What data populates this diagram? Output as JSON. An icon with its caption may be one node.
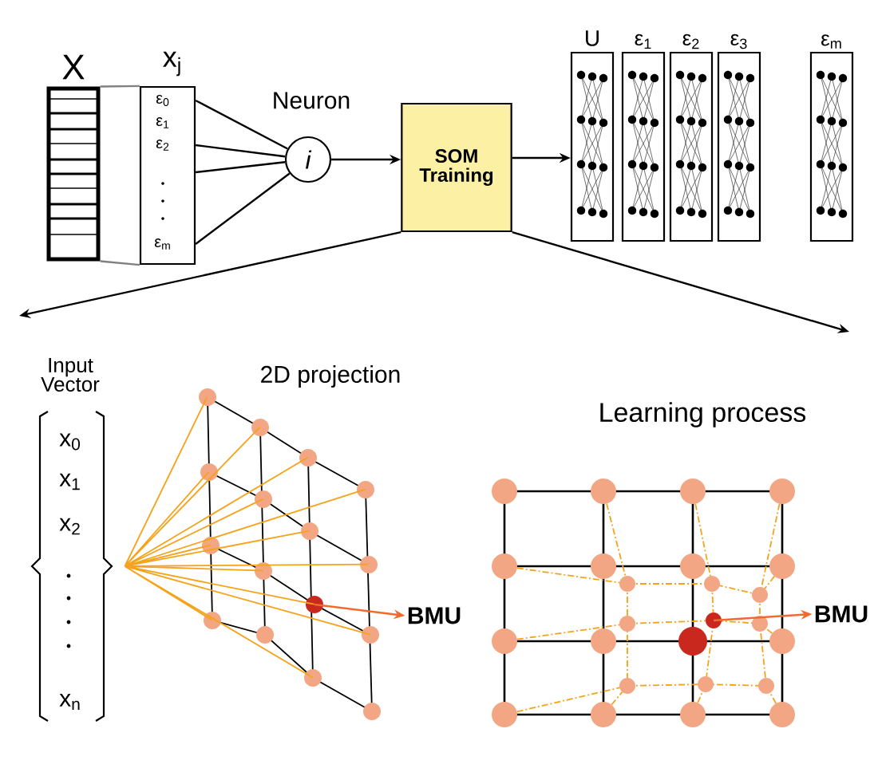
{
  "diagram": {
    "nodes": [
      {
        "text": [],
        "shape": "bar",
        "beside": [
          "X"
        ]
      },
      {
        "text": [
          "ε$_{0}$",
          "ε$_{1}$",
          "ε$_{2}$",
          "ε$_{m}$"
        ],
        "beside": [
          "x$_{j}$"
        ]
      },
      {
        "text": [
          "i"
        ],
        "beside": [
          "Neuron"
        ]
      },
      {
        "text": [
          "SOM Training"
        ]
      },
      {
        "text": [],
        "shape": "box",
        "beside": [
          "U"
        ]
      },
      {
        "text": [],
        "shape": "box",
        "beside": [
          "ε$_{1}$"
        ]
      },
      {
        "text": [],
        "shape": "box",
        "beside": [
          "ε$_{2}$"
        ]
      },
      {
        "text": [],
        "shape": "box",
        "beside": [
          "ε$_{3}$"
        ]
      },
      {
        "text": [],
        "shape": "box",
        "beside": [
          "ε$_{m}$"
        ]
      },
      {
        "text": [
          "Input Vector",
          "x$_{0}$",
          "x$_{1}$",
          "x$_{2}$",
          "x$_{n}$"
        ]
      },
      {
        "text": [
          "BMU"
        ]
      },
      {
        "text": [
          "BMU"
        ]
      },
      {
        "text": [],
        "shape": "grid",
        "beside": [
          "2D projection"
        ]
      },
      {
        "text": [],
        "shape": "grid",
        "beside": [
          "Learning process"
        ]
      }
    ],
    "edges": [
      {
        "from": 0,
        "to": 1,
        "arrow": "none",
        "color": "#808080"
      },
      {
        "from": 0,
        "to": 1,
        "arrow": "none",
        "color": "#808080"
      },
      {
        "from": 1,
        "to": 2,
        "arrow": "none"
      },
      {
        "from": 1,
        "to": 2,
        "arrow": "none"
      },
      {
        "from": 1,
        "to": 2,
        "arrow": "none"
      },
      {
        "from": 1,
        "to": 2,
        "arrow": "none"
      },
      {
        "from": 2,
        "to": 3,
        "arrow": "to"
      },
      {
        "from": 3,
        "to": 4,
        "arrow": "to"
      },
      {
        "from": 3,
        "to": null,
        "arrow": "to"
      },
      {
        "from": 3,
        "to": null,
        "arrow": "to"
      },
      {
        "from": 12,
        "to": 10,
        "arrow": "to",
        "color": "#f06a30"
      },
      {
        "from": 13,
        "to": 11,
        "arrow": "to",
        "color": "#f06a30"
      },
      {
        "from": 9,
        "to": 12,
        "arrow": "none",
        "color": "#f5a31a"
      }
    ]
  }
}
